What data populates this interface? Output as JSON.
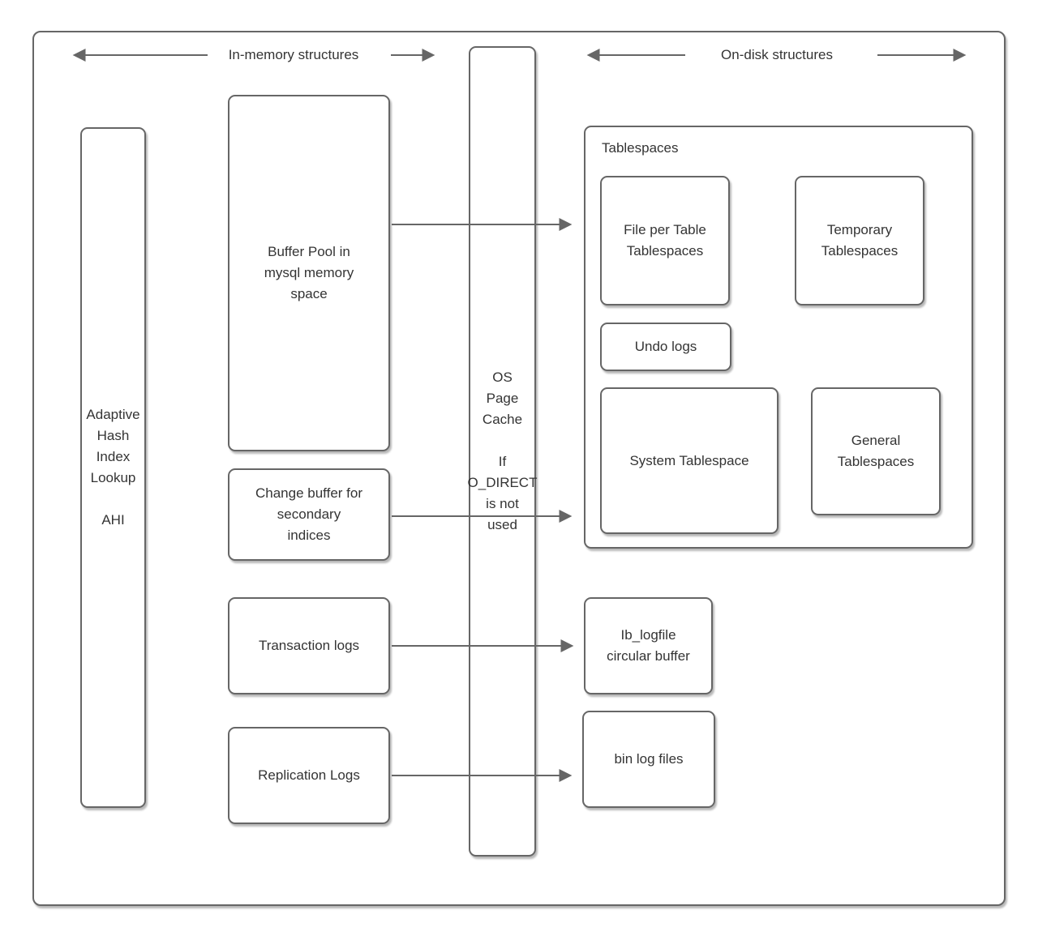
{
  "diagram": {
    "regions": {
      "in_memory": "In-memory structures",
      "on_disk": "On-disk structures"
    },
    "nodes": {
      "ahi": "Adaptive\nHash\nIndex\nLookup\n\nAHI",
      "buffer_pool": "Buffer Pool in\nmysql memory\nspace",
      "os_page_cache": "OS\nPage\nCache\n\nIf\nO_DIRECT\nis not\nused",
      "change_buffer": "Change buffer for\nsecondary\nindices",
      "transaction_logs": "Transaction logs",
      "replication_logs": "Replication Logs",
      "tablespaces": "Tablespaces",
      "file_per_table": "File per Table\nTablespaces",
      "temporary_tablespaces": "Temporary\nTablespaces",
      "undo_logs": "Undo logs",
      "system_tablespace": "System Tablespace",
      "general_tablespaces": "General\nTablespaces",
      "ib_logfile": "Ib_logfile\ncircular buffer",
      "bin_log_files": "bin log files"
    },
    "edges": [
      {
        "from": "buffer_pool",
        "to": "tablespaces"
      },
      {
        "from": "change_buffer",
        "to": "tablespaces"
      },
      {
        "from": "transaction_logs",
        "to": "ib_logfile"
      },
      {
        "from": "replication_logs",
        "to": "bin_log_files"
      }
    ],
    "colors": {
      "border": "#666666",
      "text": "#343434",
      "background": "#ffffff"
    }
  }
}
